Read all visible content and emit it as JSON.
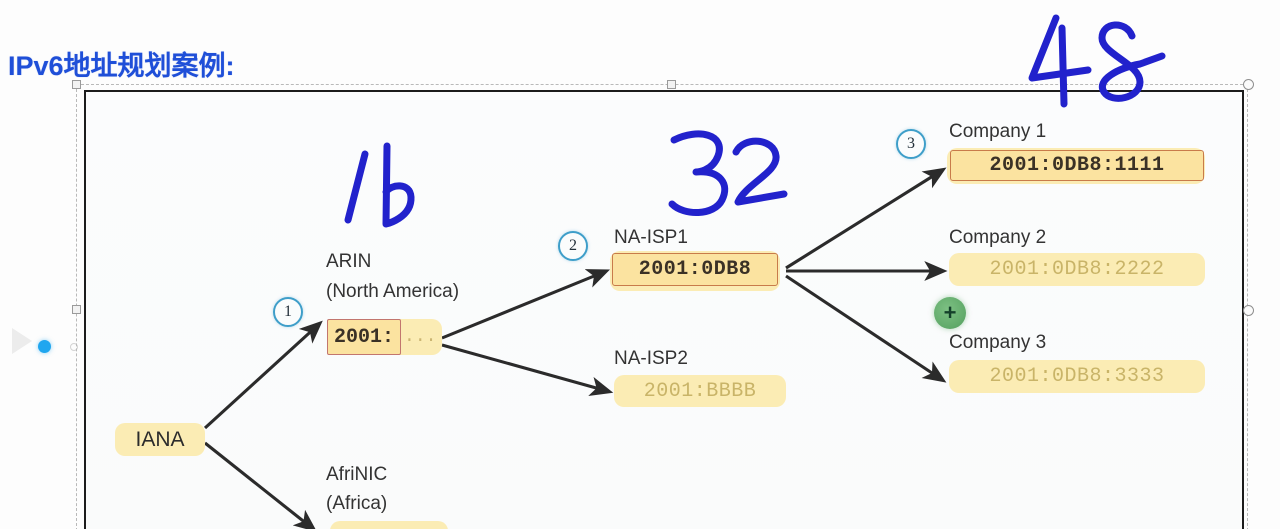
{
  "slide": {
    "title": "IPv6地址规划案例:"
  },
  "diagram": {
    "nodes": {
      "iana": {
        "label": "IANA"
      },
      "arin": {
        "title_line1": "ARIN",
        "title_line2": "(North America)",
        "prefix_head": "2001:",
        "prefix_tail": "..."
      },
      "afrinic": {
        "title_line1": "AfriNIC",
        "title_line2": "(Africa)"
      },
      "na_isp1": {
        "title": "NA-ISP1",
        "prefix": "2001:0DB8"
      },
      "na_isp2": {
        "title": "NA-ISP2",
        "prefix": "2001:BBBB"
      },
      "company1": {
        "title": "Company 1",
        "prefix": "2001:0DB8:1111"
      },
      "company2": {
        "title": "Company 2",
        "prefix": "2001:0DB8:2222"
      },
      "company3": {
        "title": "Company 3",
        "prefix": "2001:0DB8:3333"
      }
    },
    "steps": [
      {
        "id": "step-1",
        "number": "1"
      },
      {
        "id": "step-2",
        "number": "2"
      },
      {
        "id": "step-3",
        "number": "3"
      }
    ],
    "annotations": [
      {
        "id": "ink-16",
        "text": "16"
      },
      {
        "id": "ink-32",
        "text": "32"
      },
      {
        "id": "ink-48",
        "text": "48"
      }
    ]
  },
  "cursor": {
    "glyph": "+"
  },
  "colors": {
    "title_blue": "#1f4fd8",
    "ink_blue": "#2222cc",
    "pill_yellow": "#fbe9a8",
    "highlight_border": "#c87b4a",
    "step_ring": "#3e9ec9",
    "cursor_green": "#62ab6b",
    "faded_text": "#c9b468"
  }
}
